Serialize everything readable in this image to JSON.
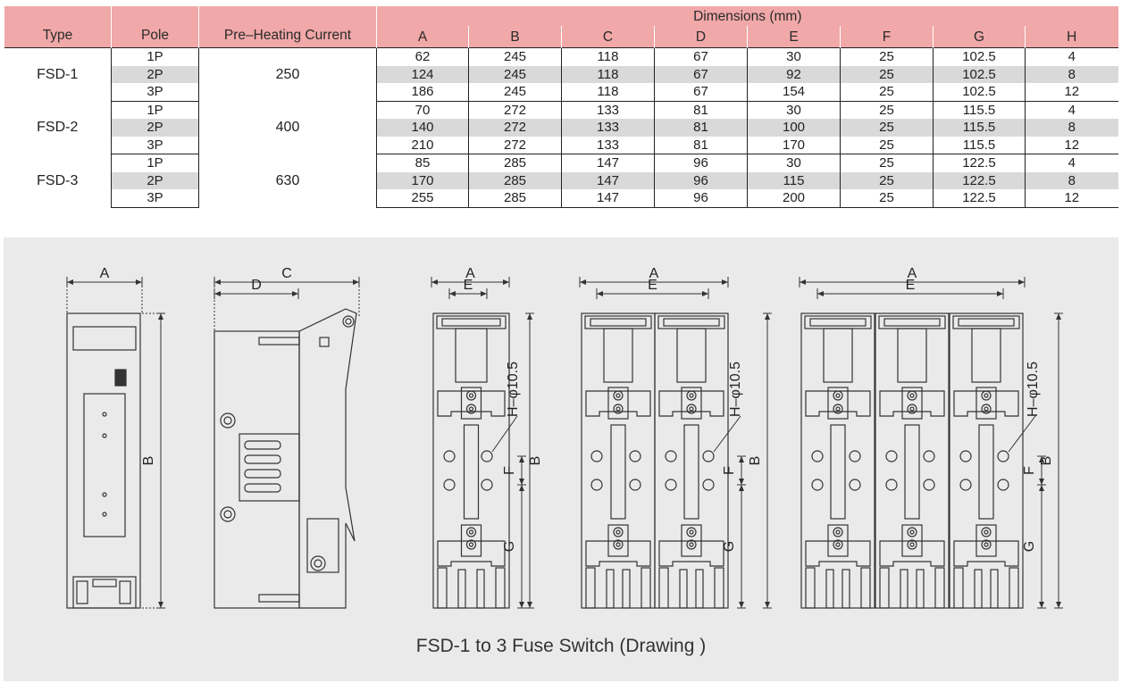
{
  "table": {
    "headers": {
      "type": "Type",
      "pole": "Pole",
      "preheat": "Pre–Heating Current",
      "dimensions": "Dimensions (mm)",
      "cols": [
        "A",
        "B",
        "C",
        "D",
        "E",
        "F",
        "G",
        "H"
      ]
    },
    "groups": [
      {
        "type": "FSD-1",
        "current": "250",
        "rows": [
          {
            "pole": "1P",
            "values": [
              "62",
              "245",
              "118",
              "67",
              "30",
              "25",
              "102.5",
              "4"
            ]
          },
          {
            "pole": "2P",
            "values": [
              "124",
              "245",
              "118",
              "67",
              "92",
              "25",
              "102.5",
              "8"
            ]
          },
          {
            "pole": "3P",
            "values": [
              "186",
              "245",
              "118",
              "67",
              "154",
              "25",
              "102.5",
              "12"
            ]
          }
        ]
      },
      {
        "type": "FSD-2",
        "current": "400",
        "rows": [
          {
            "pole": "1P",
            "values": [
              "70",
              "272",
              "133",
              "81",
              "30",
              "25",
              "115.5",
              "4"
            ]
          },
          {
            "pole": "2P",
            "values": [
              "140",
              "272",
              "133",
              "81",
              "100",
              "25",
              "115.5",
              "8"
            ]
          },
          {
            "pole": "3P",
            "values": [
              "210",
              "272",
              "133",
              "81",
              "170",
              "25",
              "115.5",
              "12"
            ]
          }
        ]
      },
      {
        "type": "FSD-3",
        "current": "630",
        "rows": [
          {
            "pole": "1P",
            "values": [
              "85",
              "285",
              "147",
              "96",
              "30",
              "25",
              "122.5",
              "4"
            ]
          },
          {
            "pole": "2P",
            "values": [
              "170",
              "285",
              "147",
              "96",
              "115",
              "25",
              "122.5",
              "8"
            ]
          },
          {
            "pole": "3P",
            "values": [
              "255",
              "285",
              "147",
              "96",
              "200",
              "25",
              "122.5",
              "12"
            ]
          }
        ]
      }
    ]
  },
  "drawing": {
    "caption": "FSD-1 to 3  Fuse Switch (Drawing )",
    "labels": {
      "a": "A",
      "b": "B",
      "c": "C",
      "d": "D",
      "e": "E",
      "f": "F",
      "g": "G",
      "hole": "H–φ10.5"
    },
    "colors": {
      "header_bg": "#f1a8a8",
      "shade_row": "#d9d9d9",
      "panel_bg": "#eaeaea"
    }
  }
}
